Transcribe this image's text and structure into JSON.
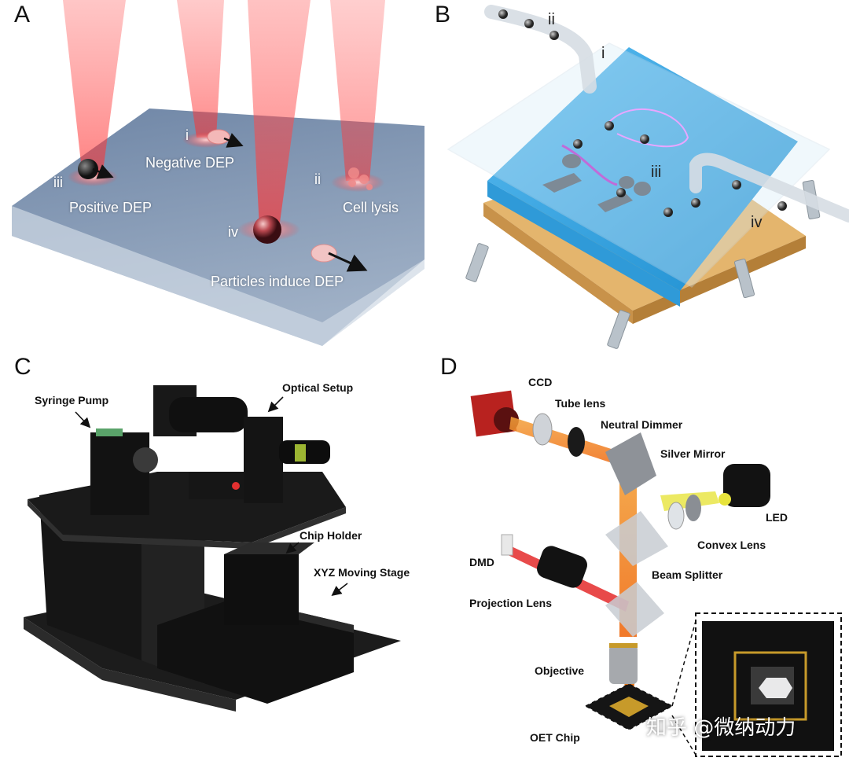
{
  "panels": {
    "a": {
      "letter": "A",
      "labels": {
        "i": "i",
        "negative": "Negative DEP",
        "iii": "iii",
        "positive": "Positive DEP",
        "ii": "ii",
        "lysis": "Cell lysis",
        "iv": "iv",
        "particles": "Particles induce DEP"
      }
    },
    "b": {
      "letter": "B",
      "labels": {
        "ii": "ii",
        "i": "i",
        "iii": "iii",
        "iv": "iv"
      }
    },
    "c": {
      "letter": "C",
      "labels": {
        "syringe": "Syringe Pump",
        "optical": "Optical Setup",
        "chip_holder": "Chip Holder",
        "xyz": "XYZ Moving Stage"
      }
    },
    "d": {
      "letter": "D",
      "labels": {
        "ccd": "CCD",
        "tube": "Tube lens",
        "dimmer": "Neutral Dimmer",
        "mirror": "Silver Mirror",
        "led": "LED",
        "convex": "Convex Lens",
        "dmd": "DMD",
        "splitter": "Beam Splitter",
        "projection": "Projection Lens",
        "objective": "Objective",
        "oet": "OET Chip"
      }
    }
  },
  "watermark": "知乎 @微纳动力",
  "colors": {
    "laser_red": "#e8303a",
    "beam_orange": "#f07a1a",
    "led_yellow": "#e6e23a",
    "fluid_blue": "#3aa6e0",
    "substrate_gold": "#e2b26a",
    "plate_blue": "#5b7290"
  }
}
